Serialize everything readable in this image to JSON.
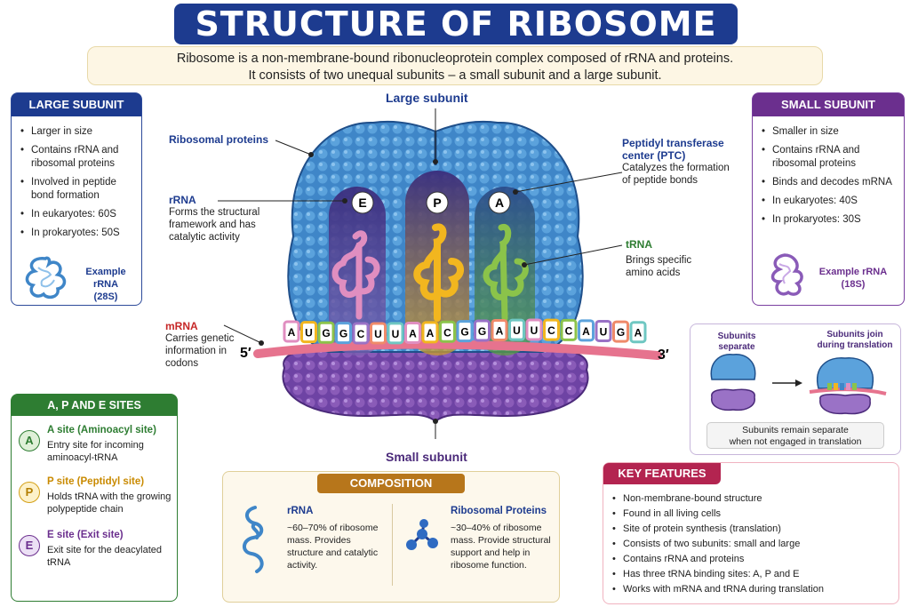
{
  "title": "STRUCTURE OF RIBOSOME",
  "intro": {
    "line1": "Ribosome is a non-membrane-bound ribonucleoprotein complex composed of rRNA and proteins.",
    "line2": "It consists of two unequal subunits – a small subunit and a large subunit."
  },
  "large_subunit_box": {
    "heading": "LARGE SUBUNIT",
    "items": [
      "Larger in size",
      "Contains rRNA and ribosomal proteins",
      "Involved in peptide bond formation",
      "In eukaryotes:  60S",
      "In prokaryotes:  50S"
    ],
    "example_line1": "Example rRNA",
    "example_line2": "(28S)"
  },
  "small_subunit_box": {
    "heading": "SMALL SUBUNIT",
    "items": [
      "Smaller in size",
      "Contains rRNA and ribosomal proteins",
      "Binds and decodes mRNA",
      "In eukaryotes:  40S",
      "In prokaryotes:  30S"
    ],
    "example_line1": "Example rRNA",
    "example_line2": "(18S)"
  },
  "diagram": {
    "large_subunit_label": "Large subunit",
    "small_subunit_label": "Small subunit",
    "ribosomal_proteins_label": "Ribosomal proteins",
    "rrna": {
      "title": "rRNA",
      "desc": [
        "Forms the structural",
        "framework and has",
        "catalytic activity"
      ]
    },
    "mrna": {
      "title": "mRNA",
      "desc": [
        "Carries genetic",
        "information in",
        "codons"
      ]
    },
    "ptc": {
      "title_line1": "Peptidyl transferase",
      "title_line2": "center (PTC)",
      "desc": [
        "Catalyzes the formation",
        "of peptide bonds"
      ]
    },
    "trna": {
      "title": "tRNA",
      "desc": [
        "Brings specific",
        "amino acids"
      ]
    },
    "sites": [
      "E",
      "P",
      "A"
    ],
    "five_prime": "5′",
    "three_prime": "3′",
    "codons": [
      "A",
      "U",
      "G",
      "G",
      "C",
      "U",
      "U",
      "A",
      "A",
      "C",
      "G",
      "G",
      "A",
      "U",
      "U",
      "C",
      "C",
      "A",
      "U",
      "G",
      "A"
    ]
  },
  "sites_box": {
    "heading": "A, P AND E SITES",
    "sites": [
      {
        "letter": "A",
        "title": "A site (Aminoacyl site)",
        "desc": "Entry site for incoming aminoacyl-tRNA"
      },
      {
        "letter": "P",
        "title": "P site (Peptidyl site)",
        "desc": "Holds tRNA with the growing polypeptide chain"
      },
      {
        "letter": "E",
        "title": "E site (Exit site)",
        "desc": "Exit site for the deacylated tRNA"
      }
    ]
  },
  "composition": {
    "heading": "COMPOSITION",
    "rrna_title": "rRNA",
    "rrna_desc": [
      "~60–70% of ribosome",
      "mass. Provides",
      "structure and catalytic",
      "activity."
    ],
    "proteins_title": "Ribosomal Proteins",
    "proteins_desc": [
      "~30–40% of ribosome",
      "mass. Provide structural",
      "support and help in",
      "ribosome function."
    ]
  },
  "subunits_panel": {
    "separate_label": "Subunits separate",
    "join_label_line1": "Subunits join",
    "join_label_line2": "during translation",
    "note_line1": "Subunits remain separate",
    "note_line2": "when not engaged in translation"
  },
  "key_features": {
    "heading": "KEY FEATURES",
    "items": [
      "Non-membrane-bound structure",
      "Found in all living cells",
      "Site of protein synthesis (translation)",
      "Consists of two subunits: small and large",
      "Contains rRNA and proteins",
      "Has three tRNA binding sites: A, P and E",
      "Works with mRNA and tRNA during translation"
    ]
  },
  "colors": {
    "navy": "#1d3b8f",
    "purple": "#6b2f8e",
    "green": "#2e7d32",
    "orange": "#b7761b",
    "crimson": "#b32450",
    "large_subunit": "#3f86c8",
    "small_subunit": "#8a5bb8",
    "mrna": "#e6738e"
  }
}
